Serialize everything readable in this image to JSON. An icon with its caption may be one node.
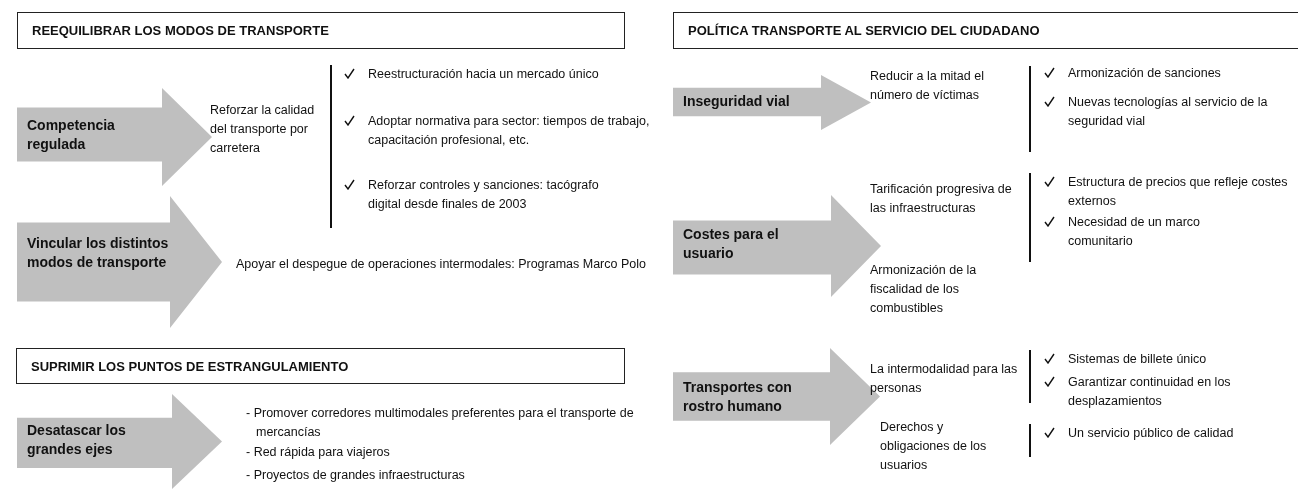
{
  "diagram": {
    "nodes": [
      {
        "text": [
          "REEQUILIBRAR LOS MODOS DE TRANSPORTE"
        ]
      },
      {
        "text": [
          "Competencia regulada"
        ]
      },
      {
        "text": [
          "Vincular los distintos modos de transporte"
        ]
      },
      {
        "text": [
          "SUPRIMIR LOS PUNTOS DE ESTRANGULAMIENTO"
        ]
      },
      {
        "text": [
          "Desatascar los grandes ejes"
        ]
      },
      {
        "text": [
          "POLÍTICA TRANSPORTE AL SERVICIO DEL CIUDADANO"
        ]
      },
      {
        "text": [
          "Inseguridad vial"
        ]
      },
      {
        "text": [
          "Costes para el usuario"
        ]
      },
      {
        "text": [
          "Transportes con rostro humano"
        ]
      }
    ],
    "edges": [],
    "labels": [
      "Reforzar la calidad del transporte por carretera",
      "Reestructuración hacia un mercado único",
      "Adoptar normativa para sector: tiempos de trabajo, capacitación profesional, etc.",
      "Reforzar controles y sanciones: tacógrafo digital desde finales de 2003",
      "Apoyar el despegue de operaciones intermodales: Programas Marco Polo",
      "- Promover corredores multimodales preferentes para el transporte de mercancías",
      "- Red rápida para viajeros",
      "- Proyectos de grandes infraestructuras",
      "Reducir a la mitad el número de víctimas",
      "Armonización de sanciones",
      "Nuevas tecnologías al servicio de la seguridad vial",
      "Tarificación progresiva de las infraestructuras",
      "Estructura de precios que refleje costes externos",
      "Necesidad de un marco comunitario",
      "Armonización de la fiscalidad de los combustibles",
      "La intermodalidad para las personas",
      "Sistemas de billete único",
      "Garantizar continuidad en los desplazamientos",
      "Derechos y obligaciones de los usuarios",
      "Un servicio público de calidad"
    ]
  }
}
